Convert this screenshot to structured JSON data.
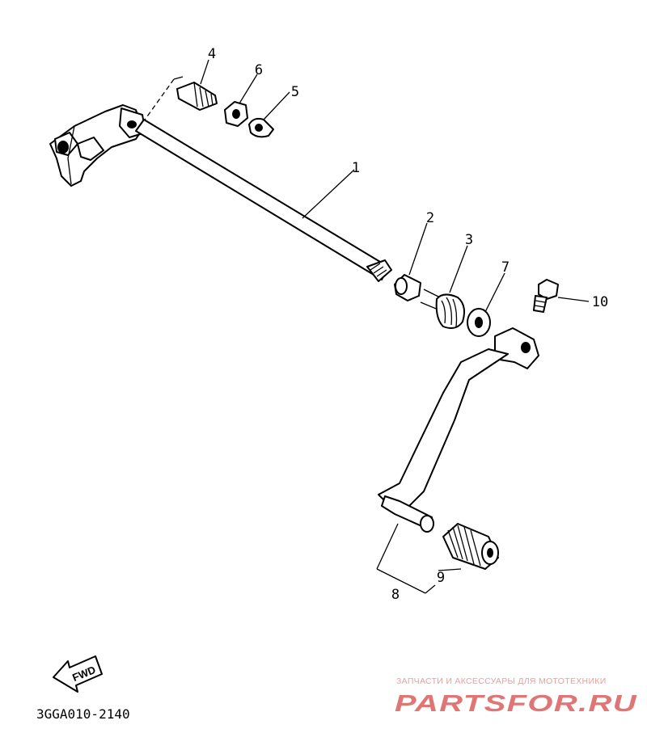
{
  "diagram": {
    "part_labels": {
      "p1": "1",
      "p2": "2",
      "p3": "3",
      "p4": "4",
      "p5": "5",
      "p6": "6",
      "p7": "7",
      "p8": "8",
      "p9": "9",
      "p10": "10"
    },
    "direction_badge": "FWD",
    "diagram_code": "3GGA010-2140"
  },
  "watermark": {
    "tagline": "ЗАПЧАСТИ И АКСЕССУАРЫ ДЛЯ МОТОТЕХНИКИ",
    "brand": "PARTSFOR.RU"
  }
}
